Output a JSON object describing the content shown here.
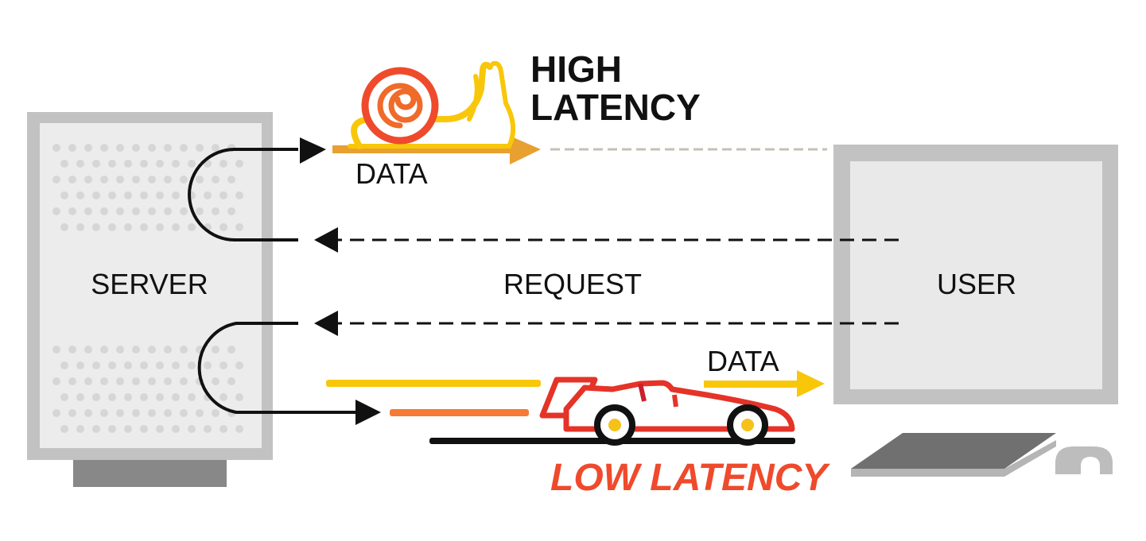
{
  "labels": {
    "server": "SERVER",
    "user": "USER",
    "request": "REQUEST",
    "data_high": "DATA",
    "data_low": "DATA",
    "high_latency_line1": "HIGH",
    "high_latency_line2": "LATENCY",
    "low_latency": "LOW LATENCY"
  },
  "colors": {
    "ink": "#111111",
    "server_frame": "#c2c2c2",
    "server_body": "#ececec",
    "server_base": "#888888",
    "monitor_frame": "#c2c2c2",
    "monitor_screen": "#e9e9ea",
    "keyboard": "#707070",
    "keyboard_edge": "#b5b5b5",
    "mouse": "#bdbdbd",
    "high_arrow": "#e8a030",
    "faded_line": "#c7bfb5",
    "snail_shell_outer": "#ef4a2c",
    "snail_shell_inner": "#f06a2a",
    "snail_body": "#f8c70a",
    "low_data_arrow": "#f8c70a",
    "speed_line_yellow": "#f8c70a",
    "speed_line_orange": "#f57a35",
    "car": "#e53328",
    "car_dark": "#c8212a",
    "wheel_hub": "#f6c21a",
    "low_latency_text": "#ef4a2c"
  },
  "icons": {
    "high_latency": "snail-icon",
    "low_latency": "race-car-icon",
    "server": "server-tower-icon",
    "user": "desktop-computer-icon"
  }
}
